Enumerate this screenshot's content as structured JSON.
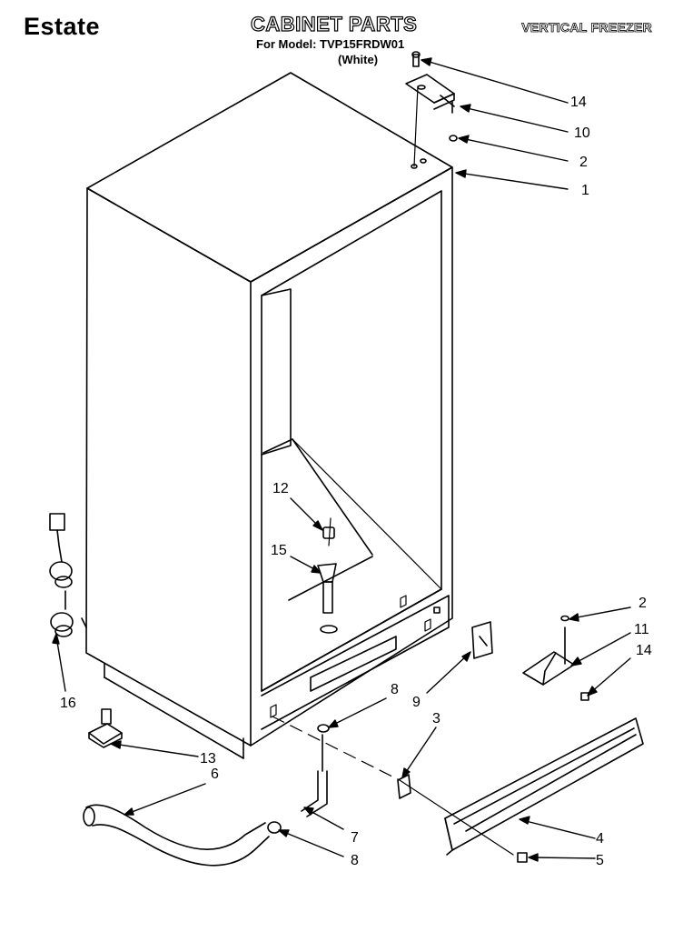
{
  "header": {
    "brand": "Estate",
    "title": "CABINET PARTS",
    "model_line": "For Model: TVP15FRDW01",
    "color_line": "(White)",
    "category": "VERTICAL FREEZER"
  },
  "callouts": [
    {
      "id": "c14a",
      "label": "14"
    },
    {
      "id": "c10",
      "label": "10"
    },
    {
      "id": "c2a",
      "label": "2"
    },
    {
      "id": "c1",
      "label": "1"
    },
    {
      "id": "c12",
      "label": "12"
    },
    {
      "id": "c15",
      "label": "15"
    },
    {
      "id": "c2b",
      "label": "2"
    },
    {
      "id": "c11",
      "label": "11"
    },
    {
      "id": "c14b",
      "label": "14"
    },
    {
      "id": "c16",
      "label": "16"
    },
    {
      "id": "c8a",
      "label": "8"
    },
    {
      "id": "c9",
      "label": "9"
    },
    {
      "id": "c3",
      "label": "3"
    },
    {
      "id": "c13",
      "label": "13"
    },
    {
      "id": "c6",
      "label": "6"
    },
    {
      "id": "c7",
      "label": "7"
    },
    {
      "id": "c4",
      "label": "4"
    },
    {
      "id": "c5",
      "label": "5"
    },
    {
      "id": "c8b",
      "label": "8"
    }
  ]
}
